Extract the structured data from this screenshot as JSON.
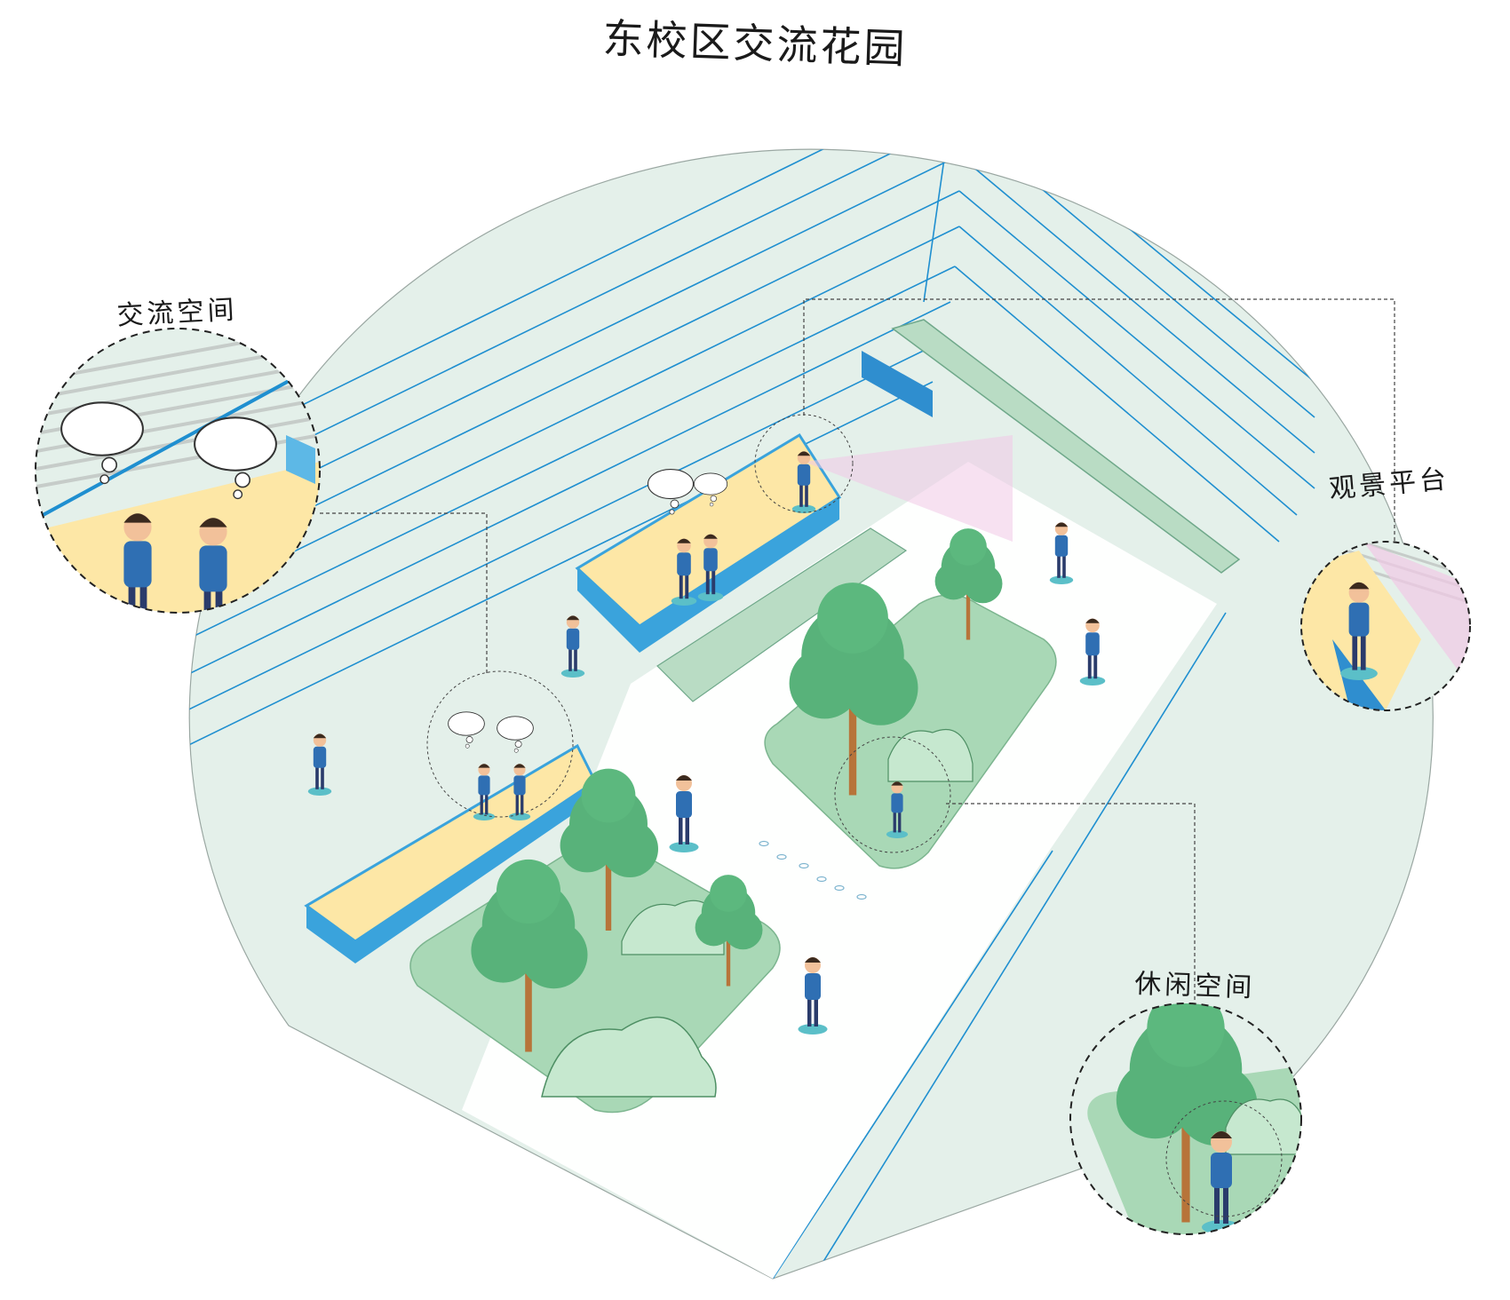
{
  "title": "东校区交流花园",
  "callouts": {
    "communication": {
      "label": "交流空间"
    },
    "viewing": {
      "label": "观景平台"
    },
    "leisure": {
      "label": "休闲空间"
    }
  },
  "colors": {
    "halo": "#e4f0ea",
    "line_blue": "#1f8fd0",
    "deck_yellow": "#fde7a6",
    "deck_edge": "#3aa3dc",
    "garden_bed": "#a9d8b6",
    "tree_green": "#58b27a",
    "bush_green": "#c6e8cf",
    "view_cone": "#f1c9e6"
  },
  "icons": {
    "speech": "thought-bubble-icon",
    "tree": "tree-icon",
    "person": "person-icon"
  }
}
